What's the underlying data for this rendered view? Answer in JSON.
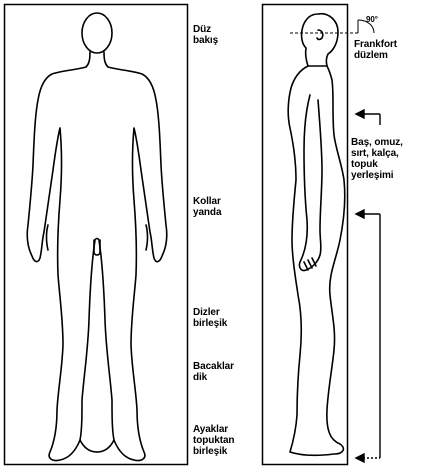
{
  "left_labels": {
    "gaze": "Düz\nbakış",
    "arms": "Kollar\nyanda",
    "knees": "Dizler\nbirleşik",
    "legs": "Bacaklar\ndik",
    "feet": "Ayaklar\ntopuktan\nbirleşik"
  },
  "right_labels": {
    "angle": "90°",
    "frankfort": "Frankfort\ndüzlem",
    "alignment": "Baş, omuz,\nsırt, kalça,\ntopuk\nyerleşimi"
  },
  "icons": [
    "arrow-left-icon"
  ]
}
